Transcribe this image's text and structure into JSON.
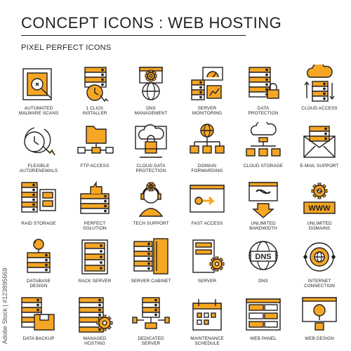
{
  "header": {
    "title": "CONCEPT ICONS : WEB HOSTING",
    "subtitle": "PIXEL PERFECT ICONS",
    "side_text": "Adobe Stock | #123895669"
  },
  "colors": {
    "accent": "#f5a623",
    "line": "#231f20",
    "fill": "#ffffff"
  },
  "icons": [
    {
      "label": "AUTOMATED\nMALWARE SCANS",
      "icon": "malware-scan-icon"
    },
    {
      "label": "1 CLICK\nINSTALLER",
      "icon": "click-installer-icon"
    },
    {
      "label": "DNS\nMANAGEMENT",
      "icon": "dns-management-icon"
    },
    {
      "label": "SERVER\nMONITORING",
      "icon": "server-monitoring-icon"
    },
    {
      "label": "DATA\nPROTECTION",
      "icon": "data-protection-icon"
    },
    {
      "label": "CLOUD ACCESS",
      "icon": "cloud-access-icon"
    },
    {
      "label": "FLEXIBLE\nAUTORENEWALS",
      "icon": "autorenewals-icon"
    },
    {
      "label": "FTP ACCESS",
      "icon": "ftp-access-icon"
    },
    {
      "label": "CLOUD DATA\nPROTECTION",
      "icon": "cloud-data-protection-icon"
    },
    {
      "label": "DOMAIN\nFORWARDING",
      "icon": "domain-forwarding-icon"
    },
    {
      "label": "CLOUD STORAGE",
      "icon": "cloud-storage-icon"
    },
    {
      "label": "E-MAIL SUPPORT",
      "icon": "email-support-icon"
    },
    {
      "label": "RAID STORAGE",
      "icon": "raid-storage-icon"
    },
    {
      "label": "PERFECT\nSOLUTION",
      "icon": "perfect-solution-icon"
    },
    {
      "label": "TECH SUPPORT",
      "icon": "tech-support-icon"
    },
    {
      "label": "FAST ACCESS",
      "icon": "fast-access-icon"
    },
    {
      "label": "UNLIMITED\nBANDWIDTH",
      "icon": "unlimited-bandwidth-icon"
    },
    {
      "label": "UNLIMITED\nDOMAINS",
      "icon": "unlimited-domains-icon"
    },
    {
      "label": "DATABASE\nDESIGN",
      "icon": "database-design-icon"
    },
    {
      "label": "RACK SERVER",
      "icon": "rack-server-icon"
    },
    {
      "label": "SERVER CABINET",
      "icon": "server-cabinet-icon"
    },
    {
      "label": "SERVER",
      "icon": "server-icon"
    },
    {
      "label": "DNS",
      "icon": "dns-icon"
    },
    {
      "label": "INTERNET\nCONNECTION",
      "icon": "internet-connection-icon"
    },
    {
      "label": "DATA BACKUP",
      "icon": "data-backup-icon"
    },
    {
      "label": "MANAGED\nHOSTING",
      "icon": "managed-hosting-icon"
    },
    {
      "label": "DEDICATED\nSERVER",
      "icon": "dedicated-server-icon"
    },
    {
      "label": "MAINTENANCE\nSCHEDULE",
      "icon": "maintenance-schedule-icon"
    },
    {
      "label": "WEB PANEL",
      "icon": "web-panel-icon"
    },
    {
      "label": "WEB DESIGN",
      "icon": "web-design-icon"
    }
  ],
  "texts": {
    "dns": "DNS",
    "www": "WWW"
  }
}
